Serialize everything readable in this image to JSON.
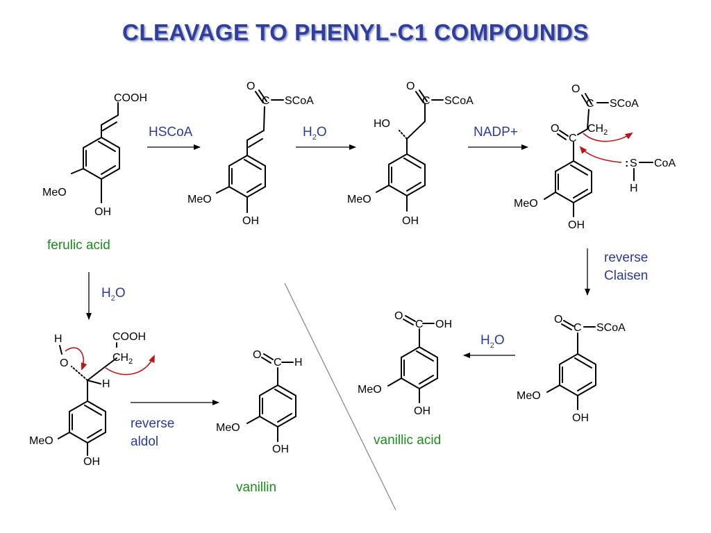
{
  "title": "CLEAVAGE TO PHENYL-C1 COMPOUNDS",
  "atoms": {
    "cooh": "COOH",
    "meo": "MeO",
    "oh": "OH",
    "o": "O",
    "c": "C",
    "scoa": "SCoA",
    "ho": "HO",
    "ch2": "CH",
    "sub2": "2",
    "h": "H",
    "s": "S",
    "coa": "CoA",
    "colon": ":"
  },
  "reagents": {
    "hscoa": "HSCoA",
    "h2o": "H",
    "h2o_sub": "2",
    "h2o_o": "O",
    "nadp": "NADP+",
    "reverse_claisen_1": "reverse",
    "reverse_claisen_2": "Claisen",
    "reverse_aldol_1": "reverse",
    "reverse_aldol_2": "aldol"
  },
  "compounds": {
    "ferulic_acid": "ferulic acid",
    "vanillin": "vanillin",
    "vanillic_acid": "vanillic acid"
  },
  "colors": {
    "title": "#2f3f9e",
    "reagent": "#2d3a9c",
    "compound_name": "#1a8c1a",
    "curly_arrow": "#c0141b"
  }
}
